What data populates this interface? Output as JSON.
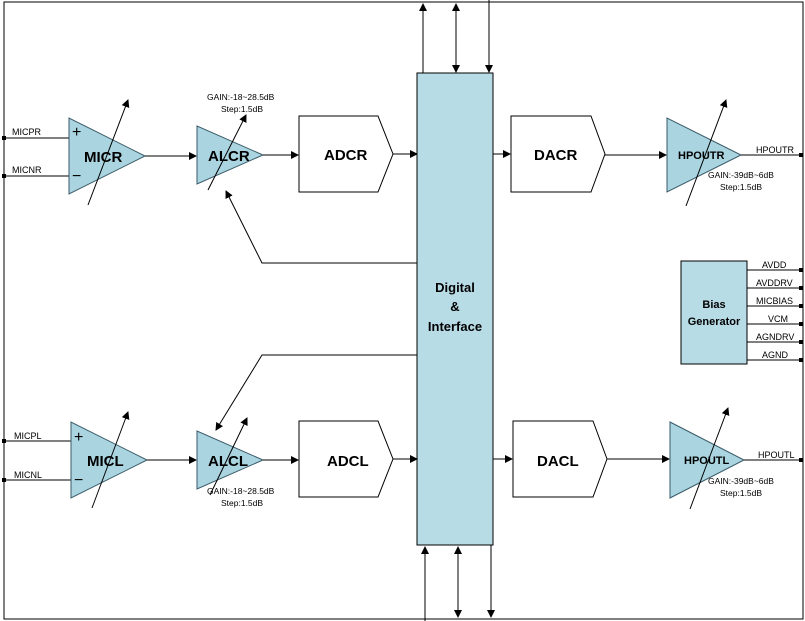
{
  "pins": {
    "micpr": "MICPR",
    "micnr": "MICNR",
    "micpl": "MICPL",
    "micnl": "MICNL",
    "hpoutr": "HPOUTR",
    "hpoutl": "HPOUTL",
    "avdd": "AVDD",
    "avddrv": "AVDDRV",
    "micbias": "MICBIAS",
    "vcm": "VCM",
    "agndrv": "AGNDRV",
    "agnd": "AGND"
  },
  "blocks": {
    "micr": "MICR",
    "micl": "MICL",
    "alcr": "ALCR",
    "alcl": "ALCL",
    "adcr": "ADCR",
    "adcl": "ADCL",
    "dacr": "DACR",
    "dacl": "DACL",
    "hpoutr": "HPOUTR",
    "hpoutl": "HPOUTL",
    "digital_line1": "Digital",
    "digital_line2": "&",
    "digital_line3": "Interface",
    "bias_line1": "Bias",
    "bias_line2": "Generator"
  },
  "notes": {
    "alcr_gain": "GAIN:-18~28.5dB",
    "alcr_step": "Step:1.5dB",
    "alcl_gain": "GAIN:-18~28.5dB",
    "alcl_step": "Step:1.5dB",
    "hpoutr_gain": "GAIN:-39dB~6dB",
    "hpoutr_step": "Step:1.5dB",
    "hpoutl_gain": "GAIN:-39dB~6dB",
    "hpoutl_step": "Step:1.5dB"
  },
  "symbols": {
    "plus": "+",
    "minus": "−"
  },
  "colors": {
    "amp_fill": "#a9d4e0",
    "core_fill": "#b8dce6"
  }
}
